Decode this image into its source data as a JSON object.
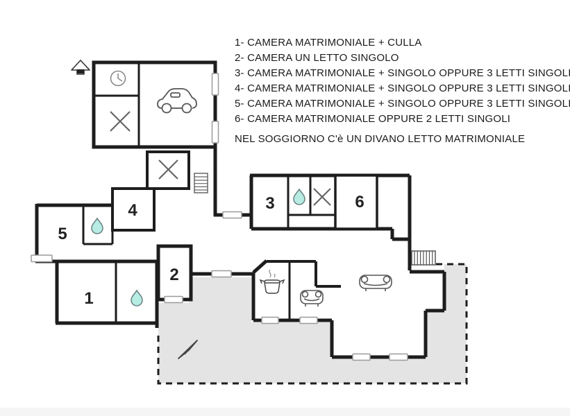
{
  "legend": {
    "items": [
      {
        "text": "1- CAMERA MATRIMONIALE + CULLA"
      },
      {
        "text": "2- CAMERA UN LETTO SINGOLO"
      },
      {
        "text": "3- CAMERA MATRIMONIALE + SINGOLO OPPURE 3 LETTI SINGOLI"
      },
      {
        "text": "4- CAMERA MATRIMONIALE + SINGOLO OPPURE 3 LETTI SINGOLI"
      },
      {
        "text": "5- CAMERA MATRIMONIALE + SINGOLO OPPURE 3 LETTI SINGOLI"
      },
      {
        "text": "6- CAMERA MATRIMONIALE OPPURE 2 LETTI SINGOLI"
      }
    ],
    "note": "NEL SOGGIORNO C'è UN DIVANO LETTO MATRIMONIALE"
  },
  "rooms": {
    "r1": "1",
    "r2": "2",
    "r3": "3",
    "r4": "4",
    "r5": "5",
    "r6": "6"
  },
  "icons": {
    "north_arrow": "north-arrow-icon",
    "clock": "clock-icon",
    "cross": "cross-symbol-icon",
    "car": "car-icon",
    "water_drop": "water-drop-icon",
    "stairs": "stairs-icon",
    "stove_pot": "stove-pot-icon",
    "armchair": "armchair-icon",
    "sofa": "sofa-icon",
    "terrace_arrow": "terrace-arrow-icon"
  },
  "colors": {
    "wall": "#1d1d1d",
    "terrace_fill": "#e4e4e4",
    "water_drop_fill": "#b6ece4",
    "water_drop_stroke": "#6f8585",
    "icon_stroke": "#555555",
    "window_stroke": "#9a9a9a",
    "background": "#ffffff",
    "text": "#1b1b1b"
  }
}
